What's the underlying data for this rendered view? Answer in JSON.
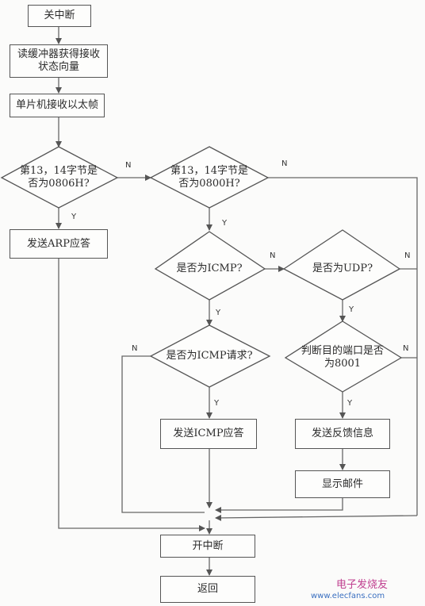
{
  "boxes": {
    "close_interrupt": "关中断",
    "read_buffer": "读缓冲器获得接收状态向量",
    "mcu_receive": "单片机接收以太帧",
    "send_arp": "发送ARP应答",
    "send_icmp": "发送ICMP应答",
    "send_feedback": "发送反馈信息",
    "show_mail": "显示邮件",
    "open_interrupt": "开中断",
    "return": "返回"
  },
  "decisions": {
    "check_0806": "第13，14字节是否为0806H?",
    "check_0800": "第13，14字节是否为0800H?",
    "is_icmp": "是否为ICMP?",
    "is_udp": "是否为UDP?",
    "is_icmp_request": "是否为ICMP请求?",
    "port_8001": "判断目的端口是否为8001"
  },
  "labels": {
    "yes": "Y",
    "no": "N"
  },
  "watermark": {
    "text": "电子发烧友",
    "url": "www.elecfans.com"
  }
}
